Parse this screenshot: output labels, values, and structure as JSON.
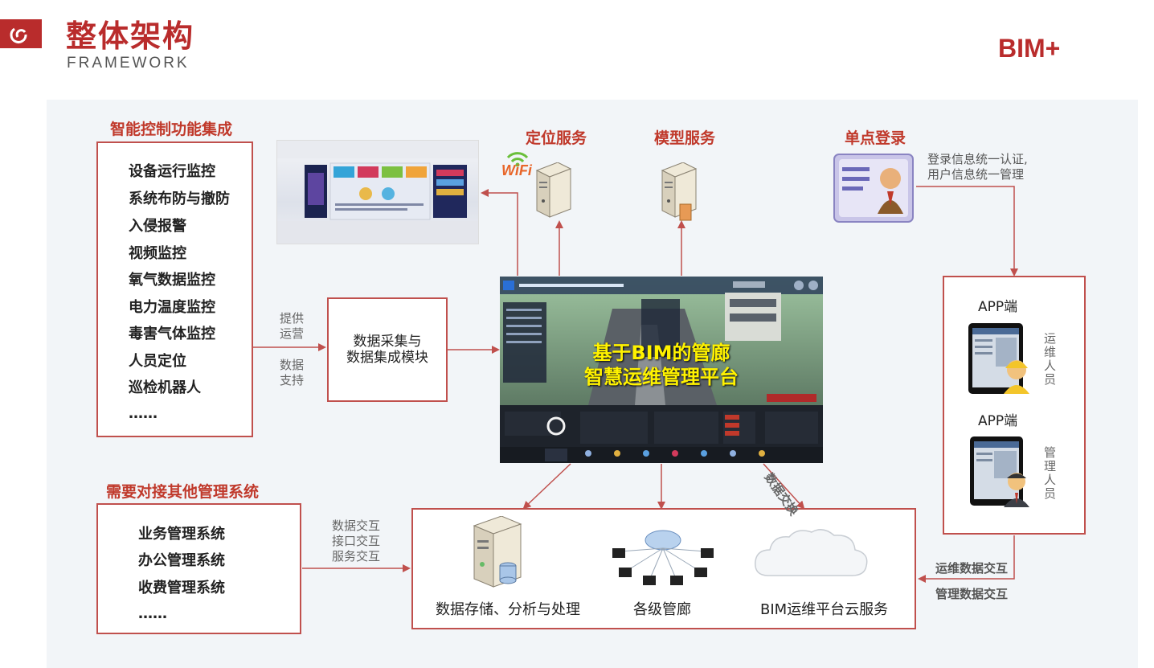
{
  "header": {
    "title": "整体架构",
    "subtitle": "FRAMEWORK",
    "brand": "BIM+"
  },
  "left": {
    "title": "智能控制功能集成",
    "items": [
      "设备运行监控",
      "系统布防与撤防",
      "入侵报警",
      "视频监控",
      "氧气数据监控",
      "电力温度监控",
      "毒害气体监控",
      "人员定位",
      "巡检机器人",
      "……"
    ],
    "label_provide": "提供\n运营",
    "label_data": "数据\n支持"
  },
  "collect": {
    "label": "数据采集与\n数据集成模块"
  },
  "services": {
    "location": "定位服务",
    "model": "模型服务",
    "wifi": "WiFi"
  },
  "sso": {
    "title": "单点登录",
    "desc": "登录信息统一认证,\n用户信息统一管理"
  },
  "platform": {
    "label": "基于BIM的管廊\n智慧运维管理平台"
  },
  "app": {
    "label1": "APP端",
    "role1": "运\n维\n人\n员",
    "label2": "APP端",
    "role2": "管\n理\n人\n员"
  },
  "other": {
    "title": "需要对接其他管理系统",
    "items": [
      "业务管理系统",
      "办公管理系统",
      "收费管理系统",
      "……"
    ],
    "exchange": "数据交互\n接口交互\n服务交互"
  },
  "bottom": {
    "storage": "数据存储、分析与处理",
    "corridor": "各级管廊",
    "cloud": "BIM运维平台云服务",
    "diag_label": "数据交换"
  },
  "right_labels": {
    "ops": "运维数据交互",
    "mgmt": "管理数据交互"
  },
  "colors": {
    "accent": "#b92c2c",
    "box_border": "#c0504d",
    "arrow": "#c0504d",
    "highlight": "#fff200"
  }
}
